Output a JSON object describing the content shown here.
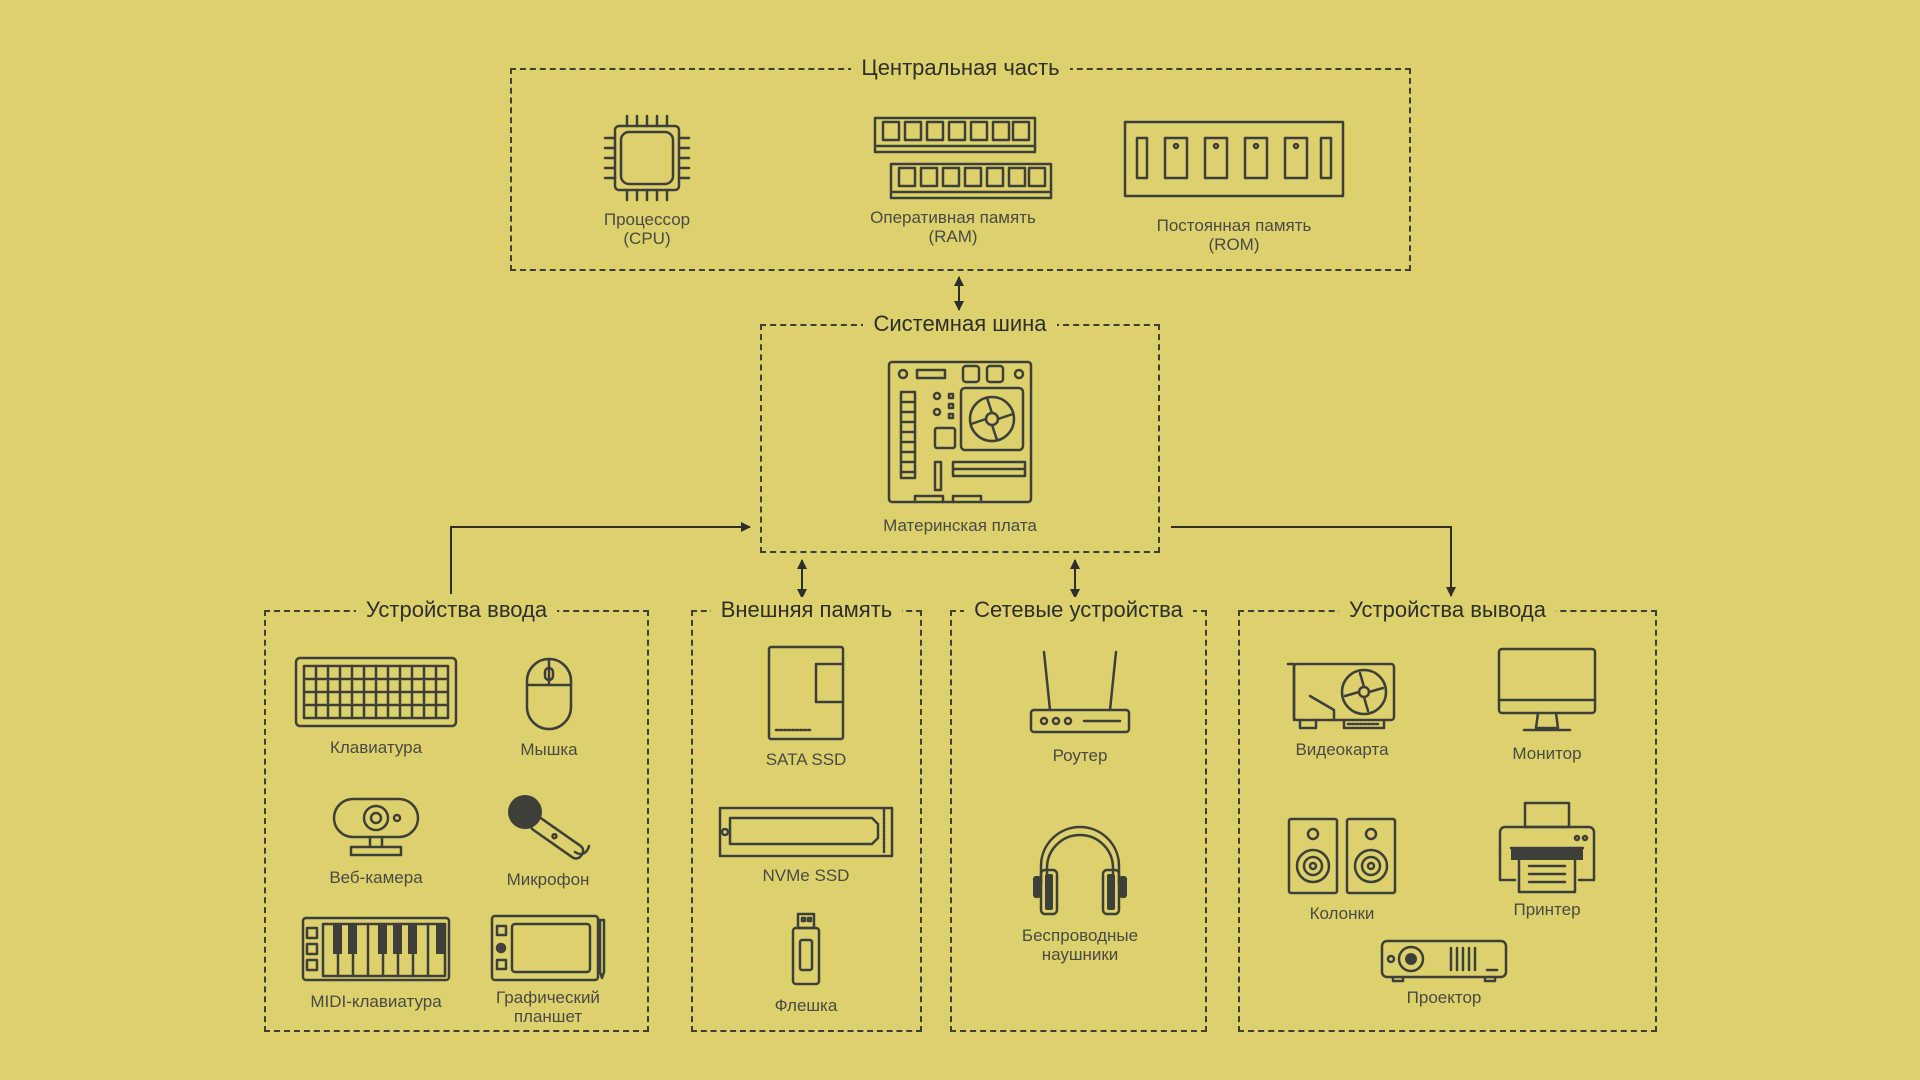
{
  "colors": {
    "background": "#DCD16D",
    "ink": "#3f3f3a"
  },
  "central": {
    "title": "Центральная часть",
    "cpu": "Процессор\n(CPU)",
    "ram": "Оперативная память\n(RAM)",
    "rom": "Постоянная память\n(ROM)"
  },
  "bus": {
    "title": "Системная шина",
    "motherboard": "Материнская плата"
  },
  "input": {
    "title": "Устройства ввода",
    "keyboard": "Клавиатура",
    "mouse": "Мышка",
    "webcam": "Веб-камера",
    "microphone": "Микрофон",
    "midi": "MIDI-клавиатура",
    "tablet": "Графический\nпланшет"
  },
  "storage": {
    "title": "Внешняя память",
    "sata": "SATA SSD",
    "nvme": "NVMe SSD",
    "flash": "Флешка"
  },
  "network": {
    "title": "Сетевые устройства",
    "router": "Роутер",
    "headphones": "Беспроводные\nнаушники"
  },
  "output": {
    "title": "Устройства вывода",
    "gpu": "Видеокарта",
    "monitor": "Монитор",
    "speakers": "Колонки",
    "printer": "Принтер",
    "projector": "Проектор"
  }
}
